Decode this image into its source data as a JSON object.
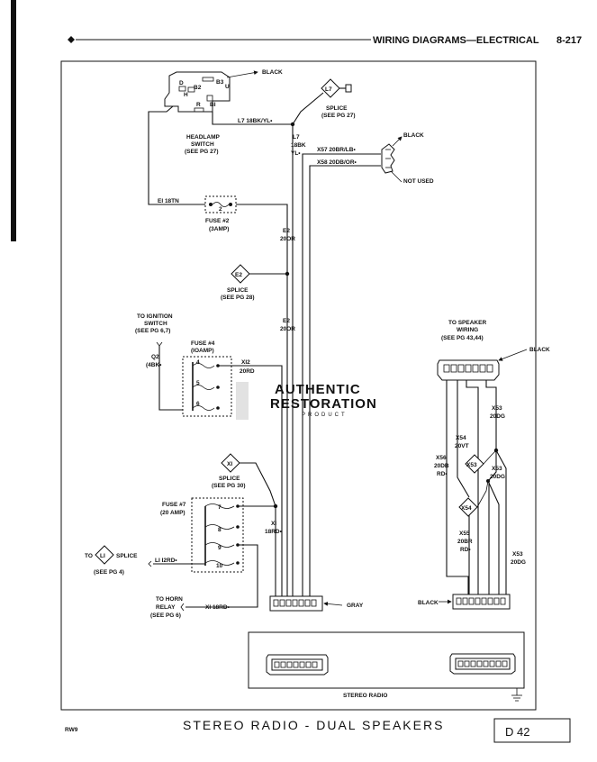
{
  "header": {
    "title": "WIRING DIAGRAMS—ELECTRICAL",
    "page_number": "8-217"
  },
  "watermark": {
    "line1": "AUTHENTIC",
    "line2": "RESTORATION",
    "line3": "PRODUCT"
  },
  "components": {
    "headlamp_switch": {
      "line1": "HEADLAMP",
      "line2": "SWITCH",
      "line3": "(SEE PG 27)",
      "pin_b3": "B3",
      "pin_u": "U",
      "pin_b2": "B2",
      "pin_h": "H",
      "pin_r": "R",
      "pin_b1": "BI",
      "pin_d": "D",
      "connector": "BLACK"
    },
    "splice_l7": {
      "id": "L7",
      "line1": "SPLICE",
      "line2": "(SEE PG 27)"
    },
    "wire_l7_left": "L7 18BK/YL•",
    "wire_l7_vertical": {
      "line1": "L7",
      "line2": "18BK",
      "line3": "YL•"
    },
    "wire_x57": "X57 20BR/LB•",
    "wire_x58": "X58 20DB/OR•",
    "side_connector": {
      "black": "BLACK",
      "not_used": "NOT USED"
    },
    "wire_e1": "EI 18TN",
    "fuse2": {
      "pin": "2",
      "line1": "FUSE #2",
      "line2": "(3AMP)"
    },
    "wire_e2_upper": {
      "line1": "E2",
      "line2": "20OR"
    },
    "splice_e2": {
      "id": "E2",
      "line1": "SPLICE",
      "line2": "(SEE PG 28)"
    },
    "wire_e2_lower": {
      "line1": "E2",
      "line2": "20OR"
    },
    "ignition": {
      "line1": "TO IGNITION",
      "line2": "SWITCH",
      "line3": "(SEE PG 6,7)"
    },
    "wire_q2": {
      "line1": "Q2",
      "line2": "(4BK•"
    },
    "fuse4": {
      "line1": "FUSE #4",
      "line2": "(IOAMP)",
      "pin4": "4",
      "pin5": "5",
      "pin6": "6"
    },
    "wire_x12": {
      "line1": "XI2",
      "line2": "20RD"
    },
    "speaker_wiring": {
      "line1": "TO SPEAKER",
      "line2": "WIRING",
      "line3": "(SEE PG 43,44)",
      "connector": "BLACK"
    },
    "wire_x53_top": {
      "line1": "X53",
      "line2": "20DG"
    },
    "wire_x54": {
      "line1": "X54",
      "line2": "20VT"
    },
    "splice_x53": "X53",
    "wire_x53_mid": {
      "line1": "X53",
      "line2": "20DG"
    },
    "wire_x56": {
      "line1": "X56",
      "line2": "20DB",
      "line3": "RD•"
    },
    "splice_x54": "X54",
    "wire_x55": {
      "line1": "X55",
      "line2": "20BR",
      "line3": "RD•"
    },
    "wire_x53_low": {
      "line1": "X53",
      "line2": "20DG"
    },
    "splice_x1": {
      "id": "XI",
      "line1": "SPLICE",
      "line2": "(SEE PG 30)"
    },
    "fuse7": {
      "line1": "FUSE #7",
      "line2": "(20 AMP)",
      "pin7": "7",
      "pin8": "8",
      "pin9": "9",
      "pin10": "10"
    },
    "wire_x1_vertical": {
      "line1": "XI",
      "line2": "18RD•"
    },
    "splice_l1": {
      "prefix": "TO",
      "id": "LI",
      "suffix": "SPLICE",
      "ref": "(SEE PG 4)"
    },
    "wire_l1": "LI I2RD•",
    "horn_relay": {
      "line1": "TO HORN",
      "line2": "RELAY",
      "line3": "(SEE PG 6)"
    },
    "wire_x1_horn": "XI 18RD•",
    "radio_left_connector": "GRAY",
    "radio_right_connector": "BLACK",
    "stereo_radio": "STEREO RADIO"
  },
  "footer": {
    "left_code": "RW9",
    "title": "STEREO RADIO - DUAL SPEAKERS",
    "page_code": "D 42"
  }
}
